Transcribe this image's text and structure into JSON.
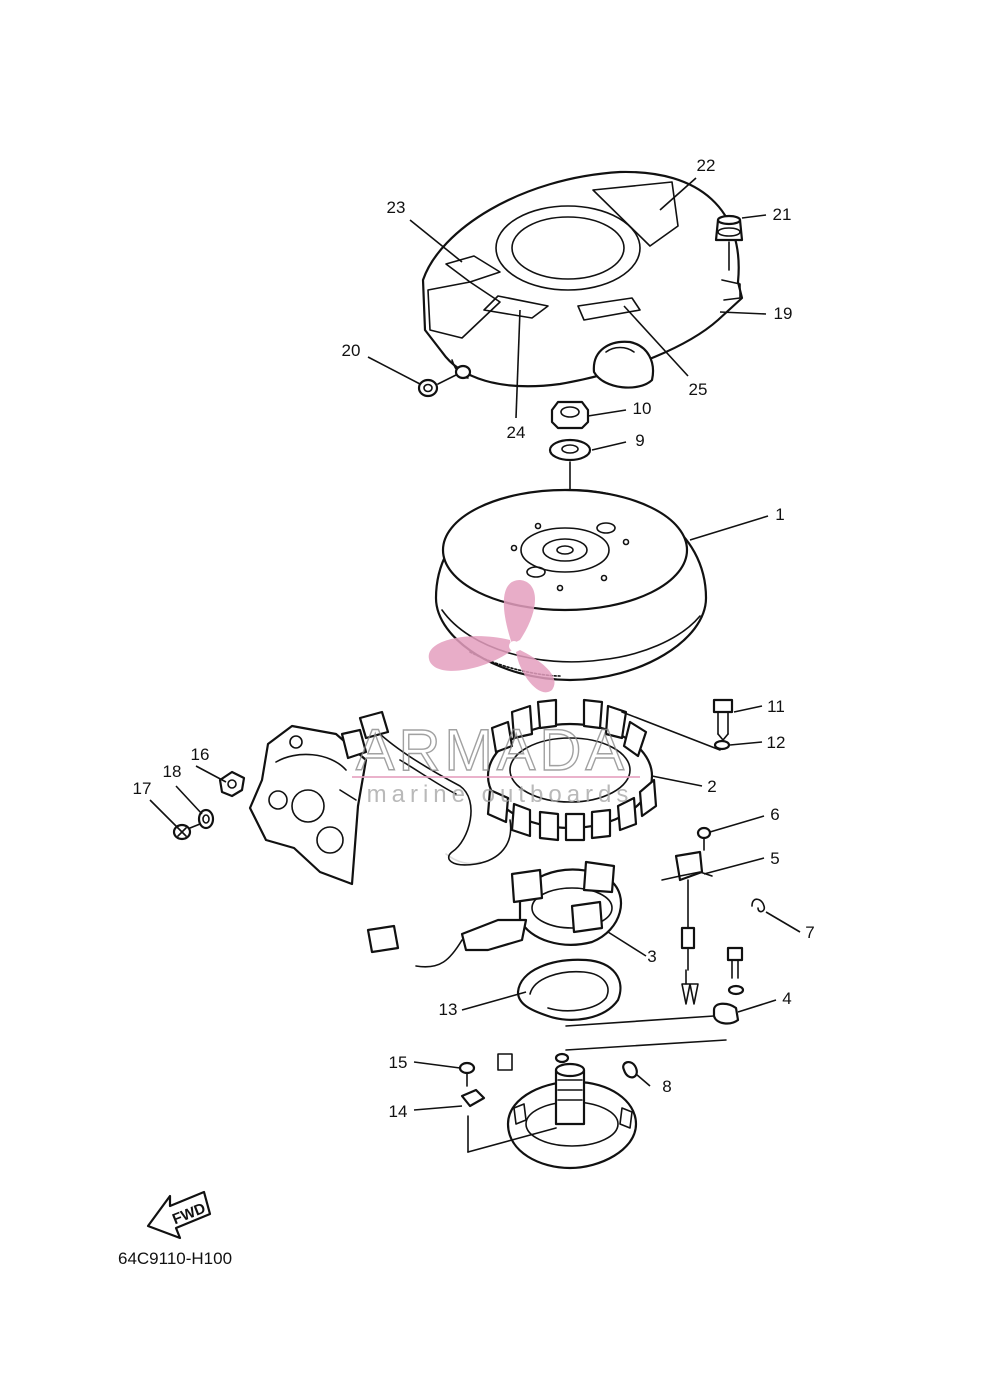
{
  "diagram": {
    "code": "64C9110-H100",
    "fwd_label": "FWD",
    "watermark": {
      "title": "ARMADA",
      "subtitle": "marine outboards",
      "color": "#e59fbf"
    },
    "callouts": [
      {
        "id": "c1",
        "label": "1"
      },
      {
        "id": "c2",
        "label": "2"
      },
      {
        "id": "c3",
        "label": "3"
      },
      {
        "id": "c4",
        "label": "4"
      },
      {
        "id": "c5",
        "label": "5"
      },
      {
        "id": "c6",
        "label": "6"
      },
      {
        "id": "c7",
        "label": "7"
      },
      {
        "id": "c8",
        "label": "8"
      },
      {
        "id": "c9",
        "label": "9"
      },
      {
        "id": "c10",
        "label": "10"
      },
      {
        "id": "c11",
        "label": "11"
      },
      {
        "id": "c12",
        "label": "12"
      },
      {
        "id": "c13",
        "label": "13"
      },
      {
        "id": "c14",
        "label": "14"
      },
      {
        "id": "c15",
        "label": "15"
      },
      {
        "id": "c16",
        "label": "16"
      },
      {
        "id": "c17",
        "label": "17"
      },
      {
        "id": "c18",
        "label": "18"
      },
      {
        "id": "c19",
        "label": "19"
      },
      {
        "id": "c20",
        "label": "20"
      },
      {
        "id": "c21",
        "label": "21"
      },
      {
        "id": "c22",
        "label": "22"
      },
      {
        "id": "c23",
        "label": "23"
      },
      {
        "id": "c24",
        "label": "24"
      },
      {
        "id": "c25",
        "label": "25"
      }
    ]
  }
}
